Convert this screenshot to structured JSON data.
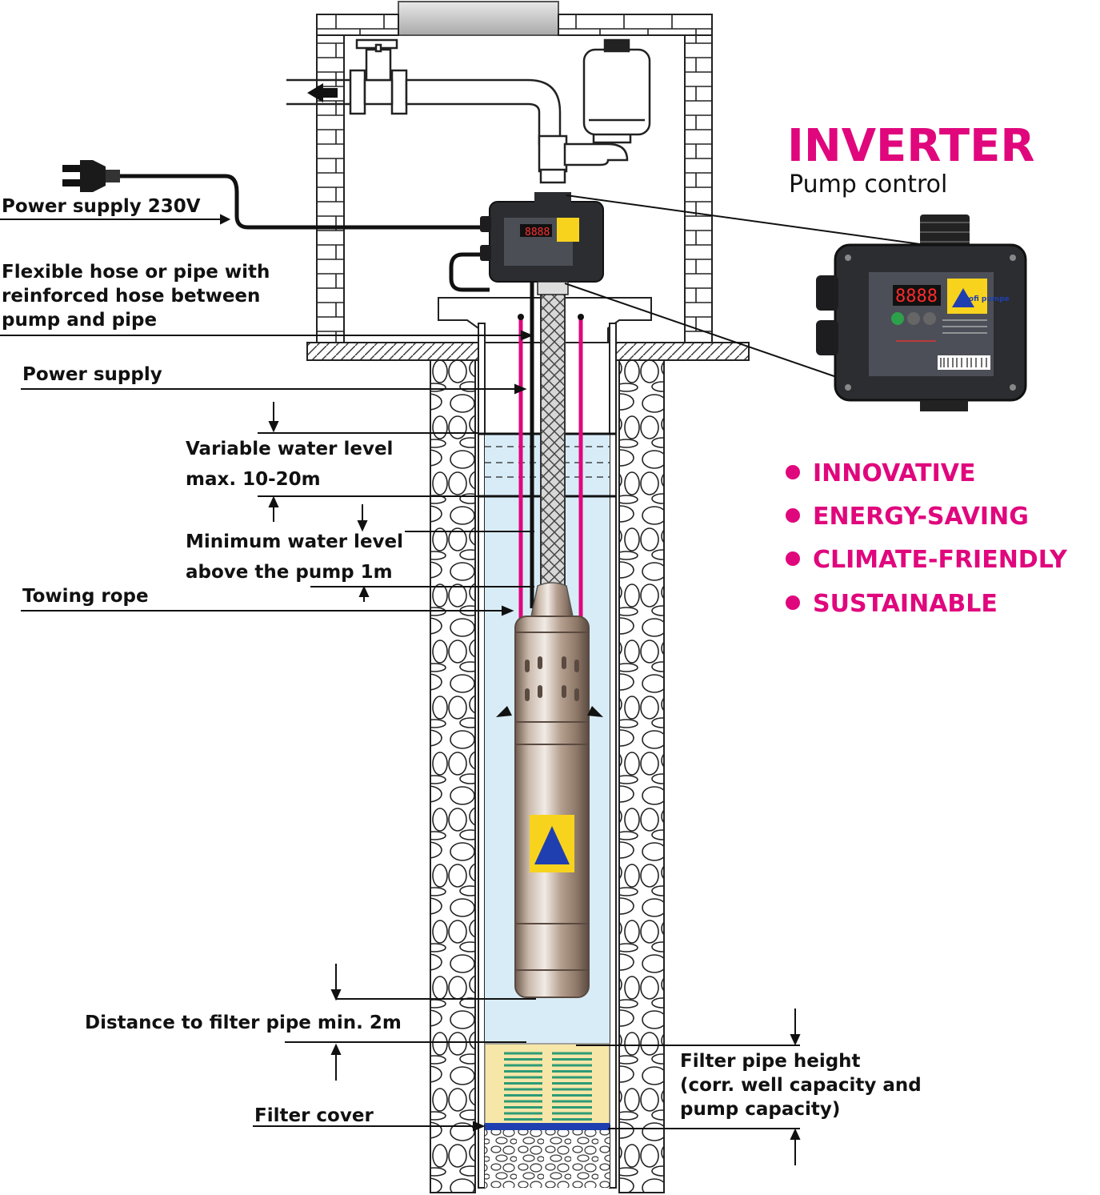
{
  "heading": {
    "title": "INVERTER",
    "subtitle": "Pump control"
  },
  "features": [
    "INNOVATIVE",
    "ENERGY-SAVING",
    "CLIMATE-FRIENDLY",
    "SUSTAINABLE"
  ],
  "labels": {
    "power_supply_230v": "Power supply 230V",
    "hose_line1": "Flexible hose or pipe with",
    "hose_line2": "reinforced hose between",
    "hose_line3": "pump and pipe",
    "power_supply": "Power supply",
    "variable_level_line1": "Variable water level",
    "variable_level_line2": "max. 10-20m",
    "minimum_level_line1": "Minimum water level",
    "minimum_level_line2": "above the pump 1m",
    "towing_rope": "Towing rope",
    "distance_filter": "Distance to filter pipe min. 2m",
    "filter_height_line1": "Filter pipe height",
    "filter_height_line2": "(corr. well capacity and",
    "filter_height_line3": "pump capacity)",
    "filter_cover": "Filter cover"
  },
  "controller_display": "8888",
  "brand_logo": "profi pumpe",
  "colors": {
    "accent": "#e0077d",
    "water": "#d8ecf7",
    "filter": "#f6e7a8",
    "filter_slots": "#2e9a76",
    "cover": "#1f3fb0"
  }
}
